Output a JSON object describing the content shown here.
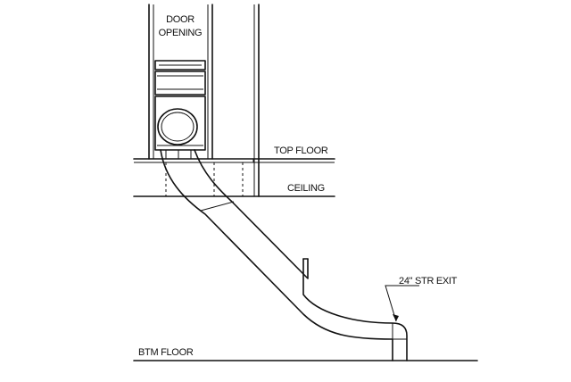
{
  "labels": {
    "door_opening_line1": "DOOR",
    "door_opening_line2": "OPENING",
    "top_floor": "TOP FLOOR",
    "ceiling": "CEILING",
    "exit": "24\" STR EXIT",
    "bottom_floor": "BTM FLOOR"
  },
  "colors": {
    "line": "#111111",
    "background": "#ffffff"
  }
}
